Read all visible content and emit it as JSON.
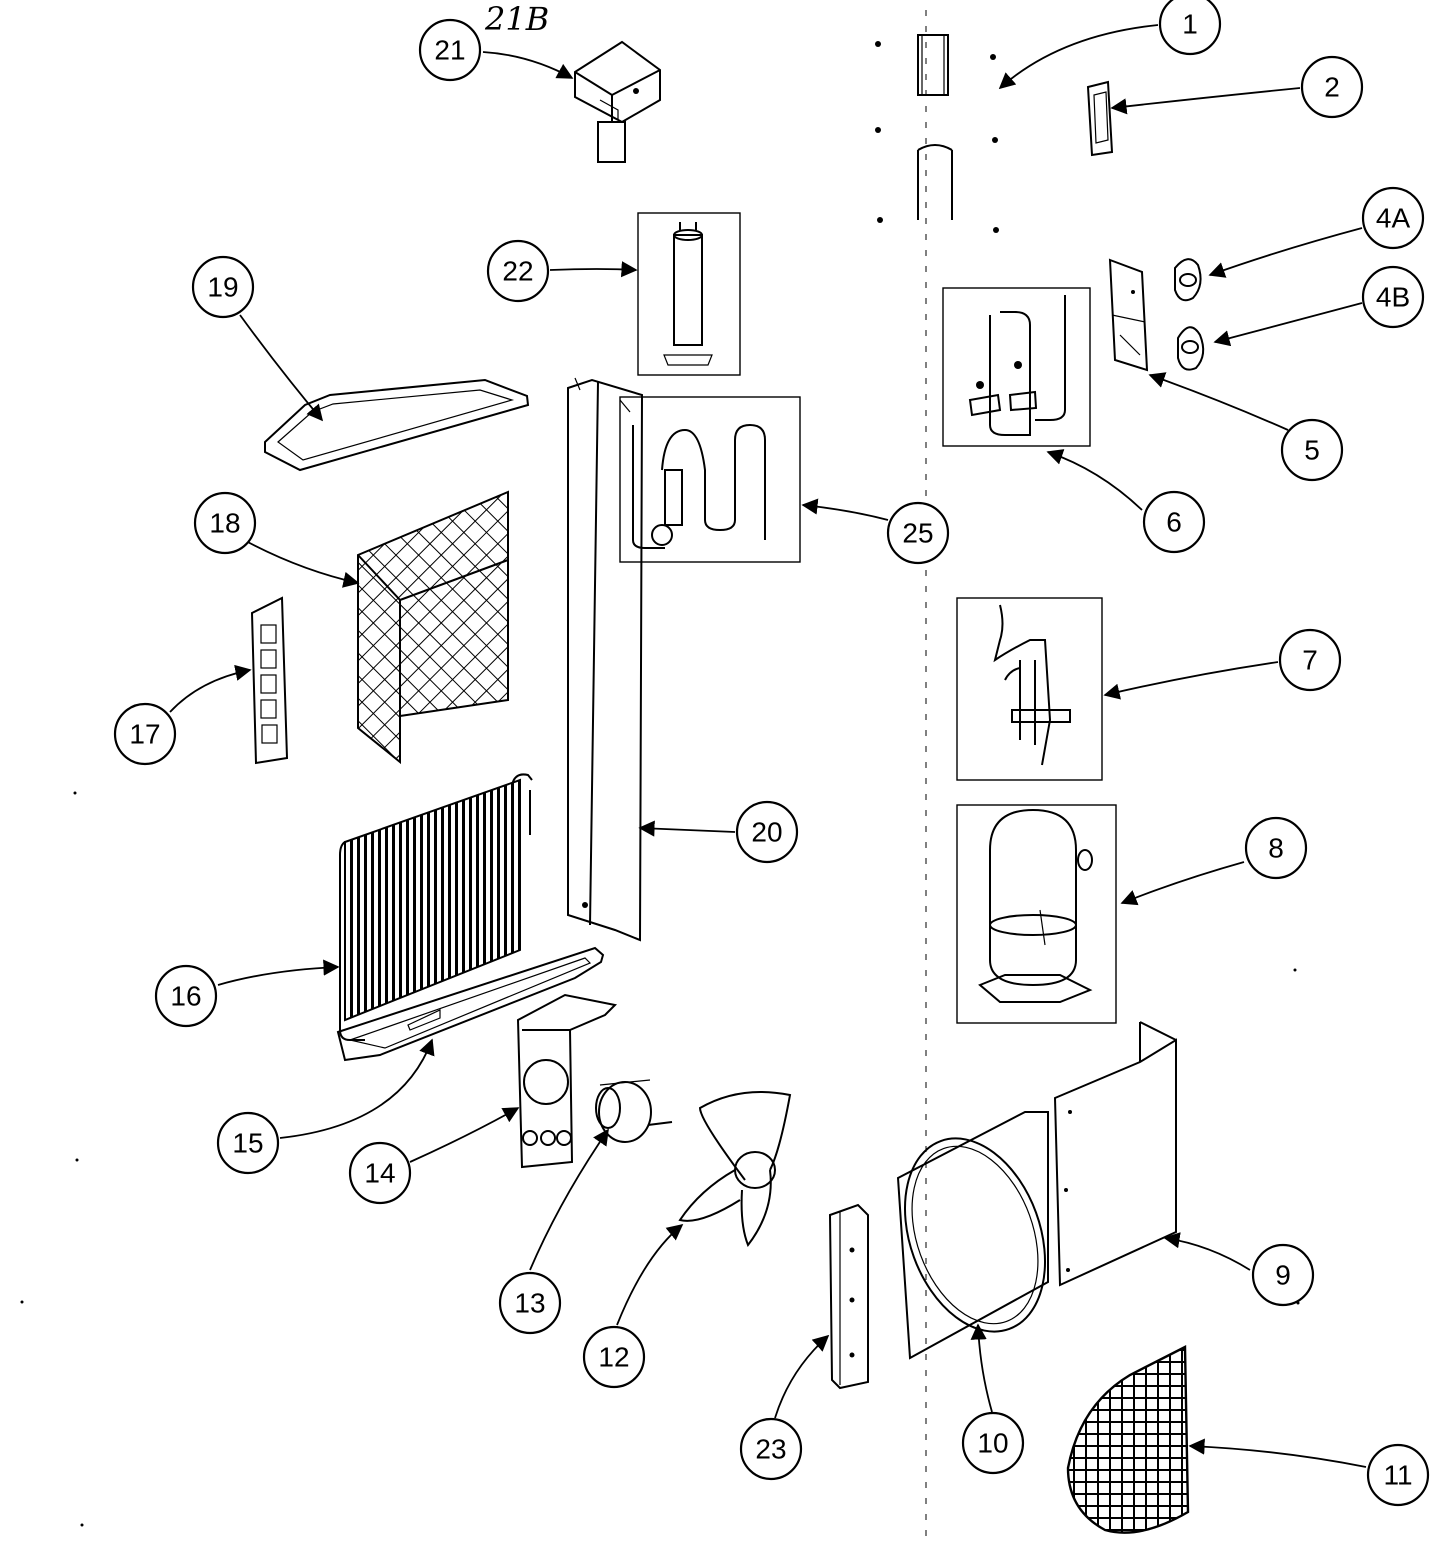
{
  "diagram": {
    "handwritten_note": "21B",
    "callouts": {
      "c1": "1",
      "c2": "2",
      "c4a": "4A",
      "c4b": "4B",
      "c5": "5",
      "c6": "6",
      "c7": "7",
      "c8": "8",
      "c9": "9",
      "c10": "10",
      "c11": "11",
      "c12": "12",
      "c13": "13",
      "c14": "14",
      "c15": "15",
      "c16": "16",
      "c17": "17",
      "c18": "18",
      "c19": "19",
      "c20": "20",
      "c21": "21",
      "c22": "22",
      "c23": "23",
      "c25": "25"
    }
  }
}
